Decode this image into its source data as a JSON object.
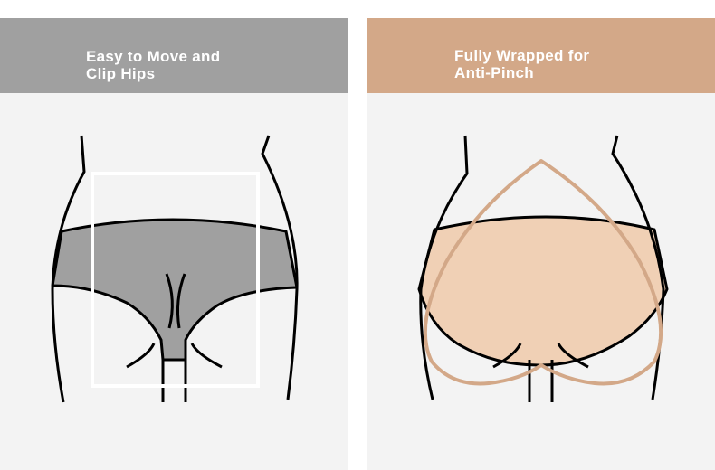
{
  "panels": {
    "left": {
      "title": "Easy to Move and\n Clip Hips",
      "header_color": "#a0a0a0",
      "fill_color": "#a0a0a0",
      "icon": "underwear-back-view-grey"
    },
    "right": {
      "title": "Fully Wrapped for\n Anti-Pinch",
      "header_color": "#d3a888",
      "fill_color": "#f0d0b5",
      "outline_color": "#d3a888",
      "icon": "underwear-back-view-heart"
    }
  }
}
